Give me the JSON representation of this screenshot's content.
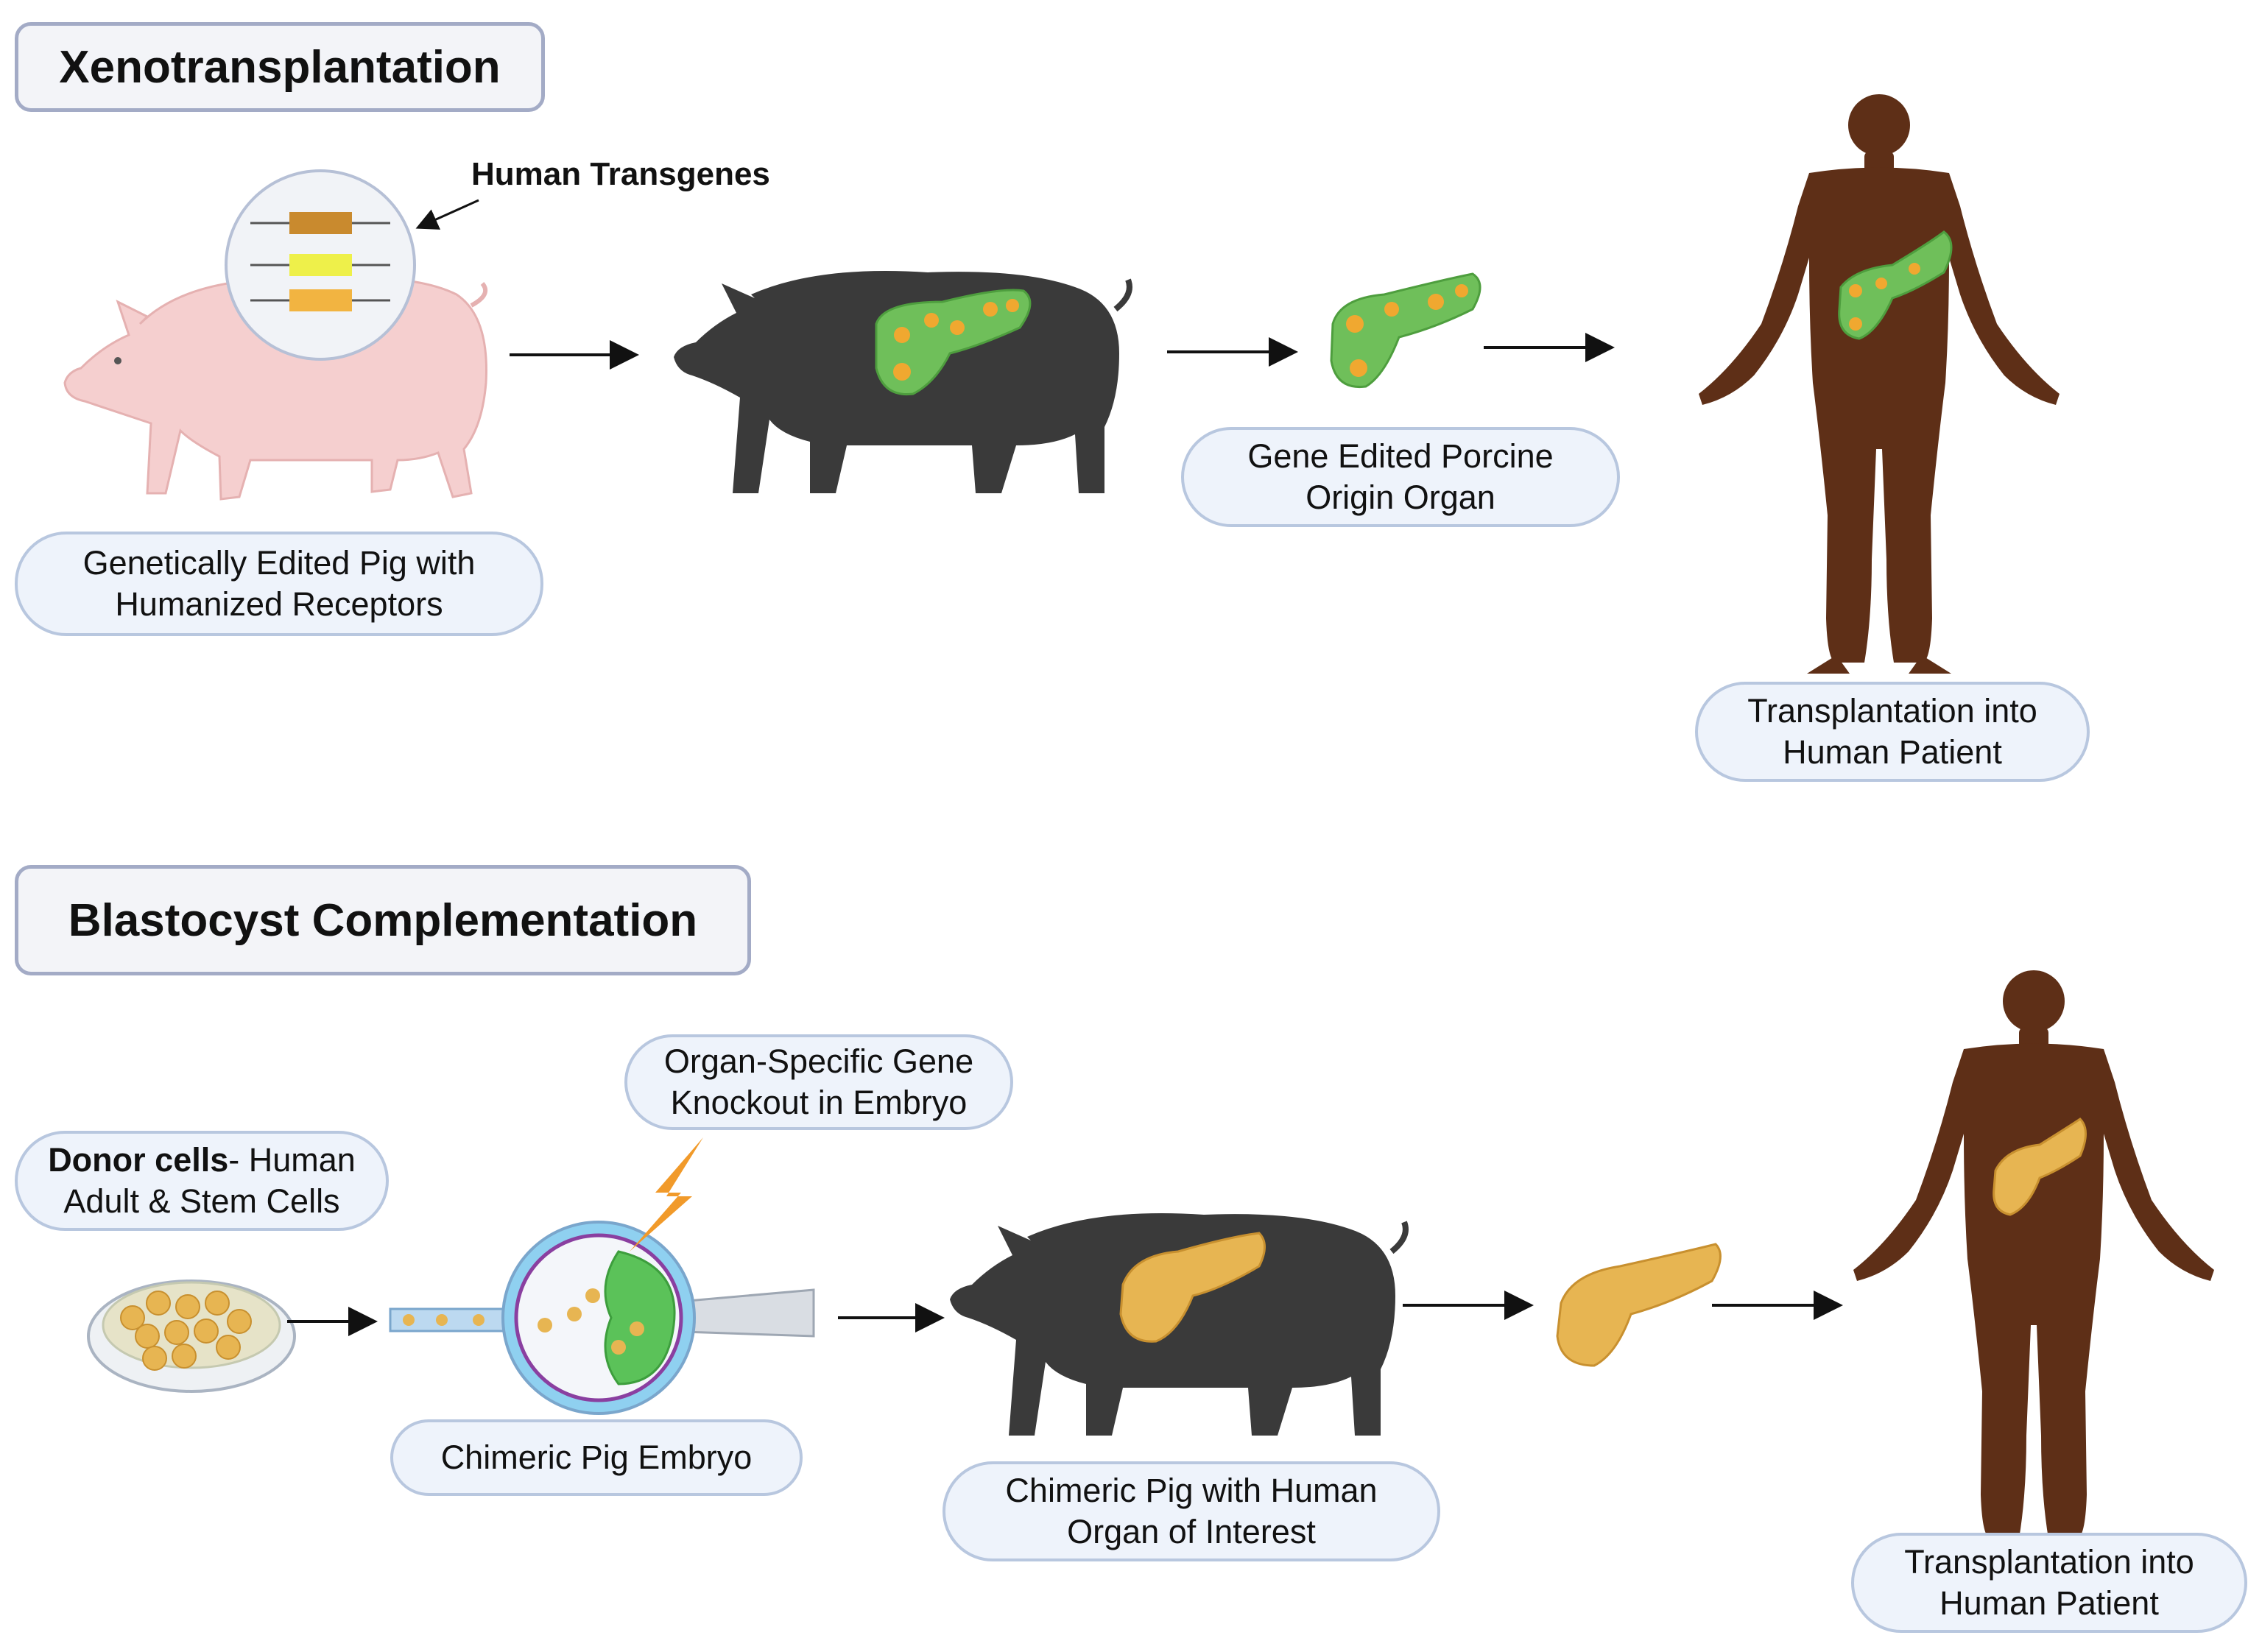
{
  "sections": {
    "xeno": {
      "title": "Xenotransplantation",
      "transgene_label": "Human Transgenes",
      "label_pig": [
        "Genetically Edited Pig with",
        "Humanized Receptors"
      ],
      "label_organ": [
        "Gene Edited Porcine",
        "Origin Organ"
      ],
      "label_patient": [
        "Transplantation into",
        "Human Patient"
      ]
    },
    "blasto": {
      "title": "Blastocyst Complementation",
      "label_knockout": [
        "Organ-Specific Gene",
        "Knockout in Embryo"
      ],
      "label_donor": {
        "bold": "Donor cells",
        "rest": "- Human",
        "line2": "Adult & Stem Cells"
      },
      "label_embryo": "Chimeric Pig Embryo",
      "label_chimeric_pig": [
        "Chimeric Pig with Human",
        "Organ of Interest"
      ],
      "label_patient": [
        "Transplantation into",
        "Human Patient"
      ]
    }
  },
  "colors": {
    "pig_pink": "#f5cfcf",
    "pig_black": "#3a3a3a",
    "human_brown": "#5e2f17",
    "pancreas_green": "#6fbf5a",
    "pancreas_gold": "#e7b552",
    "spot_orange": "#f0a830",
    "box_border": "#a3abc6",
    "label_fill": "#eef3fb"
  }
}
